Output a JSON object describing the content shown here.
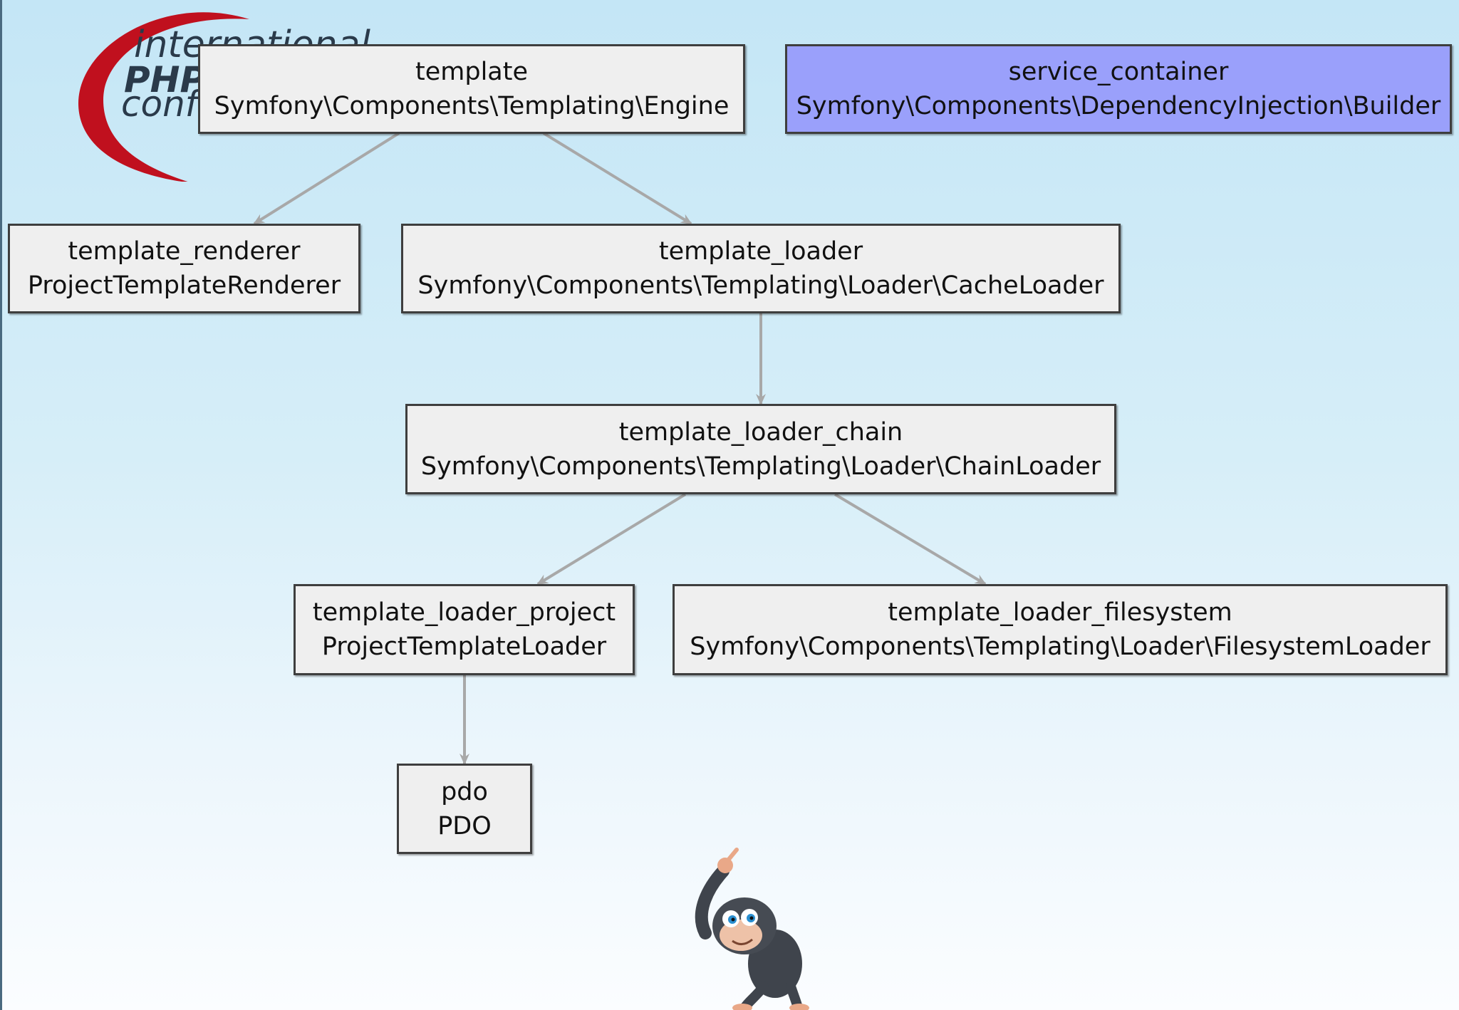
{
  "diagram": {
    "nodes": [
      {
        "id": "template",
        "name": "template",
        "class": "Symfony\\Components\\Templating\\Engine"
      },
      {
        "id": "service_container",
        "name": "service_container",
        "class": "Symfony\\Components\\DependencyInjection\\Builder",
        "fill": "#9aa0fb"
      },
      {
        "id": "template_renderer",
        "name": "template_renderer",
        "class": "ProjectTemplateRenderer"
      },
      {
        "id": "template_loader",
        "name": "template_loader",
        "class": "Symfony\\Components\\Templating\\Loader\\CacheLoader"
      },
      {
        "id": "template_loader_chain",
        "name": "template_loader_chain",
        "class": "Symfony\\Components\\Templating\\Loader\\ChainLoader"
      },
      {
        "id": "template_loader_project",
        "name": "template_loader_project",
        "class": "ProjectTemplateLoader"
      },
      {
        "id": "template_loader_filesystem",
        "name": "template_loader_filesystem",
        "class": "Symfony\\Components\\Templating\\Loader\\FilesystemLoader"
      },
      {
        "id": "pdo",
        "name": "pdo",
        "class": "PDO"
      }
    ],
    "edges": [
      {
        "from": "template",
        "to": "template_renderer"
      },
      {
        "from": "template",
        "to": "template_loader"
      },
      {
        "from": "template_loader",
        "to": "template_loader_chain"
      },
      {
        "from": "template_loader_chain",
        "to": "template_loader_project"
      },
      {
        "from": "template_loader_chain",
        "to": "template_loader_filesystem"
      },
      {
        "from": "template_loader_project",
        "to": "pdo"
      }
    ]
  },
  "logo": {
    "line1": "international",
    "line2": "PHP",
    "line3": "conference",
    "color": "#c0101e"
  },
  "colors": {
    "node_fill": "#efefef",
    "node_border": "#3e3e3e",
    "edge": "#a8a8a8"
  }
}
